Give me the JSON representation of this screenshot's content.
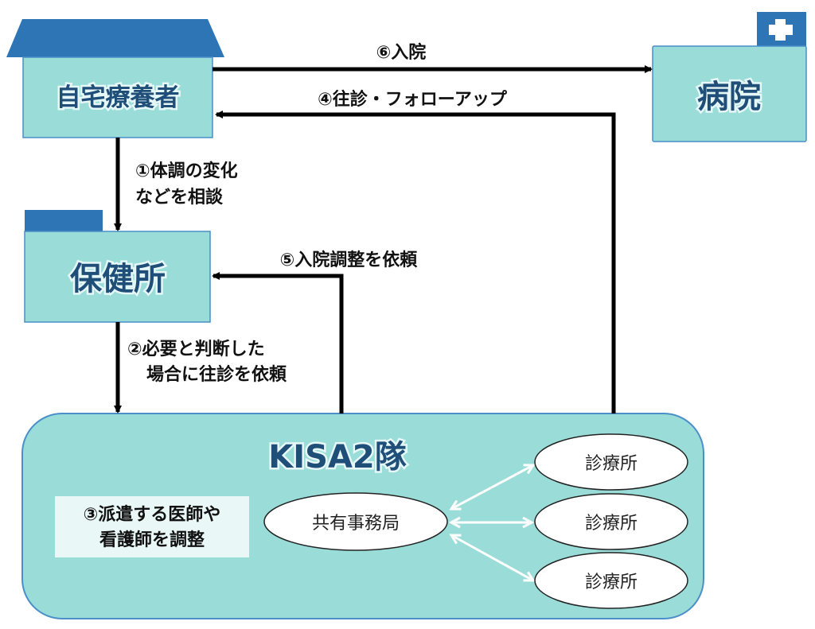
{
  "colors": {
    "box_fill": "#9adcd8",
    "box_border": "#4a8fc8",
    "roof": "#2e75b6",
    "title_text": "#1f4e79",
    "arrow": "#000000",
    "inner_arrow": "#ffffff",
    "note_bg": "#eaf7f7"
  },
  "nodes": {
    "home": {
      "label": "自宅療養者"
    },
    "hospital": {
      "label": "病院",
      "icon": "plus-icon"
    },
    "health_center": {
      "label": "保健所"
    },
    "team": {
      "label": "KISA2隊"
    },
    "secretariat": {
      "label": "共有事務局"
    },
    "clinics": [
      {
        "label": "診療所"
      },
      {
        "label": "診療所"
      },
      {
        "label": "診療所"
      }
    ]
  },
  "steps": {
    "s1": {
      "line1": "①体調の変化",
      "line2": "などを相談"
    },
    "s2": {
      "line1": "②必要と判断した",
      "line2": "場合に往診を依頼"
    },
    "s3": {
      "line1": "③派遣する医師や",
      "line2": "看護師を調整"
    },
    "s4": {
      "label": "④往診・フォローアップ"
    },
    "s5": {
      "label": "⑤入院調整を依頼"
    },
    "s6": {
      "label": "⑥入院"
    }
  }
}
